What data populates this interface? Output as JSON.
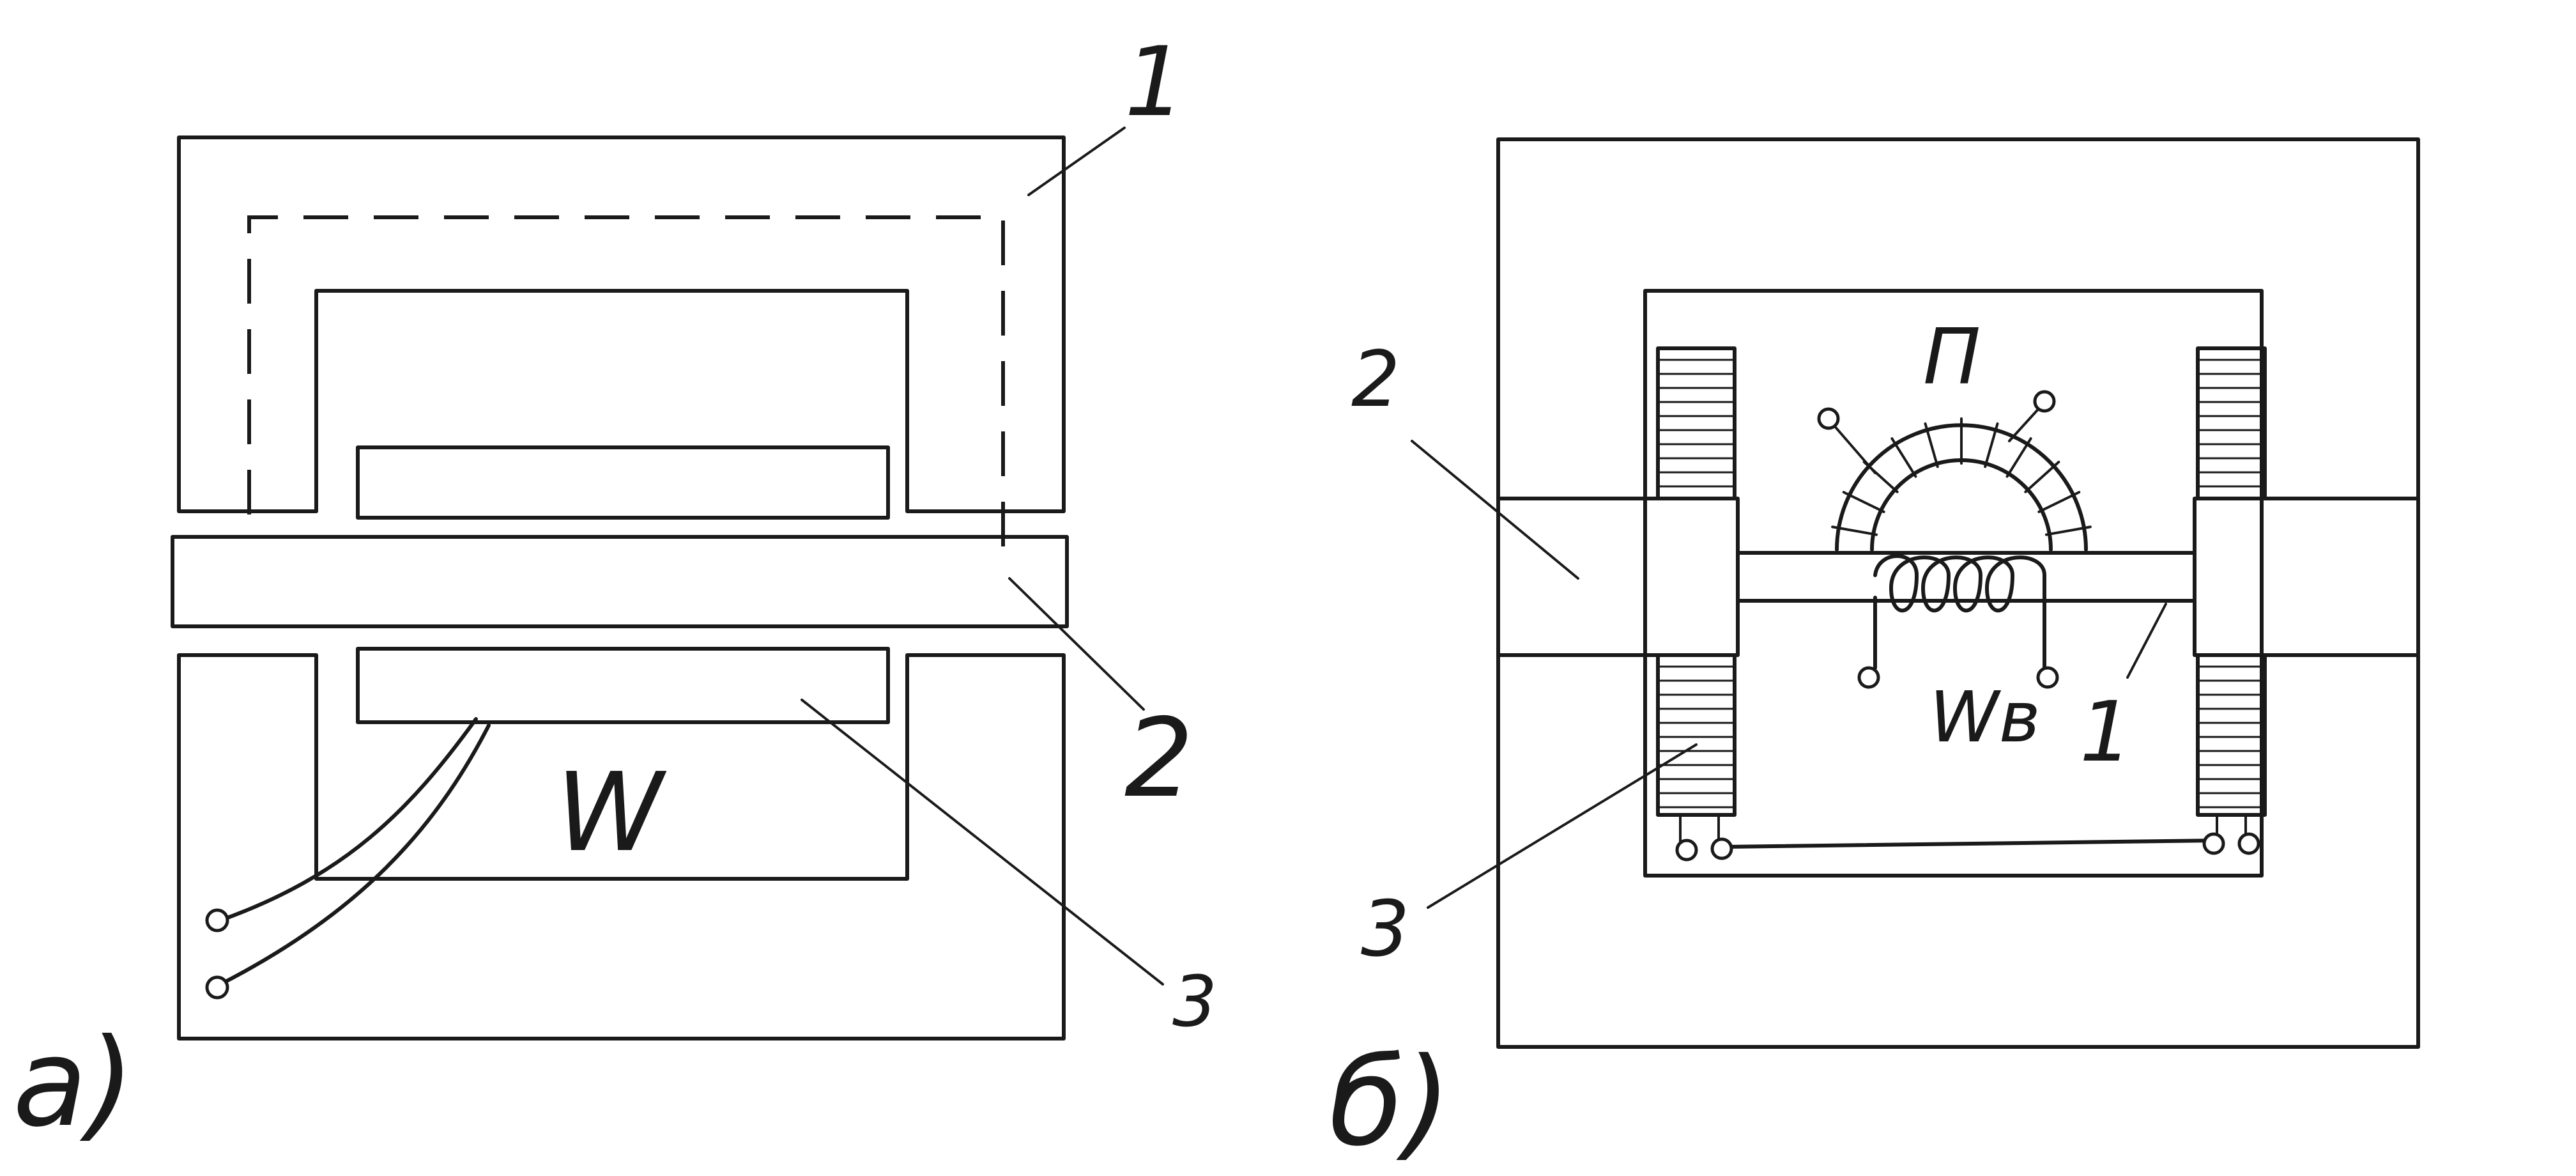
{
  "figure_a": {
    "panel_label": "a)",
    "winding_label": "W",
    "callout_1": "1",
    "callout_2": "2",
    "callout_3": "3"
  },
  "figure_b": {
    "panel_label": "б)",
    "center_label": "Π",
    "winding_label": "Wв",
    "callout_1": "1",
    "callout_2": "2",
    "callout_3": "3"
  },
  "colors": {
    "ink": "#1a1a1a",
    "paper": "#ffffff"
  }
}
